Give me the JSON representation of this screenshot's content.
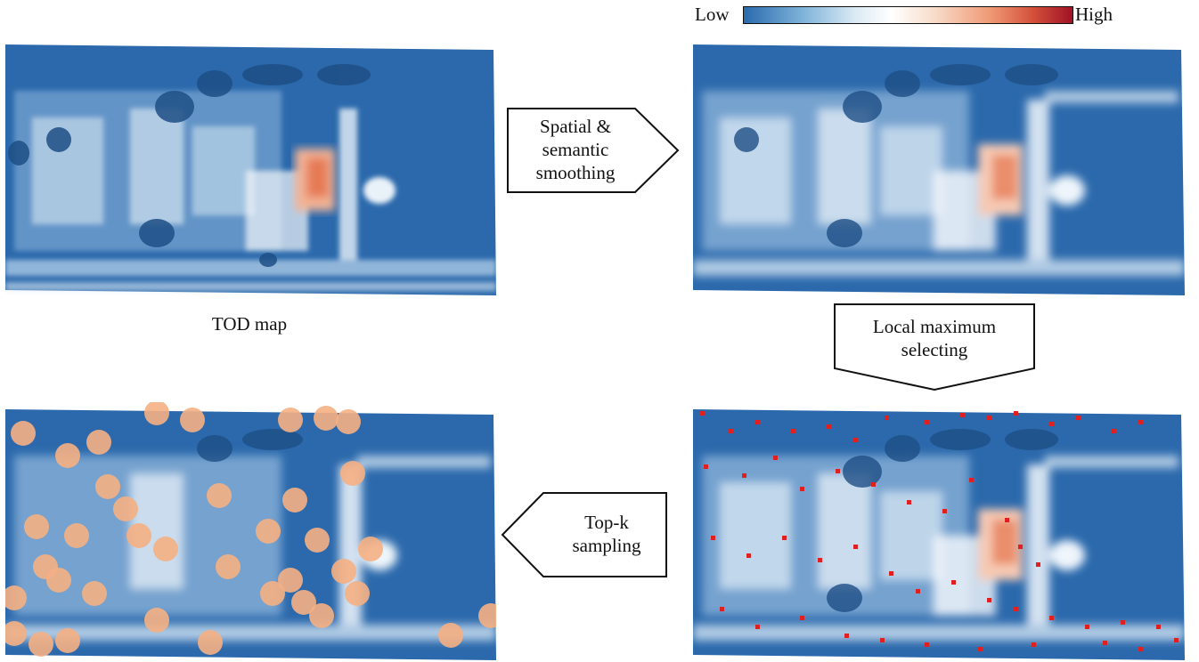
{
  "legend": {
    "low_label": "Low",
    "high_label": "High"
  },
  "panels": {
    "tod_map": {
      "caption": "TOD map"
    },
    "smoothed": {
      "caption": ""
    },
    "local_max": {
      "caption": ""
    },
    "topk": {
      "caption": ""
    }
  },
  "arrows": {
    "smoothing": {
      "line1": "Spatial &",
      "line2": "semantic",
      "line3": "smoothing",
      "direction": "right"
    },
    "local_max": {
      "line1": "Local maximum",
      "line2": "selecting",
      "direction": "down"
    },
    "topk": {
      "line1": "Top-k",
      "line2": "sampling",
      "direction": "left"
    }
  },
  "colors": {
    "low": "#2a6aad",
    "mid": "#ffffff",
    "high": "#a01226",
    "selected_point": "#e02020",
    "sample_circle": "#f5b083"
  }
}
